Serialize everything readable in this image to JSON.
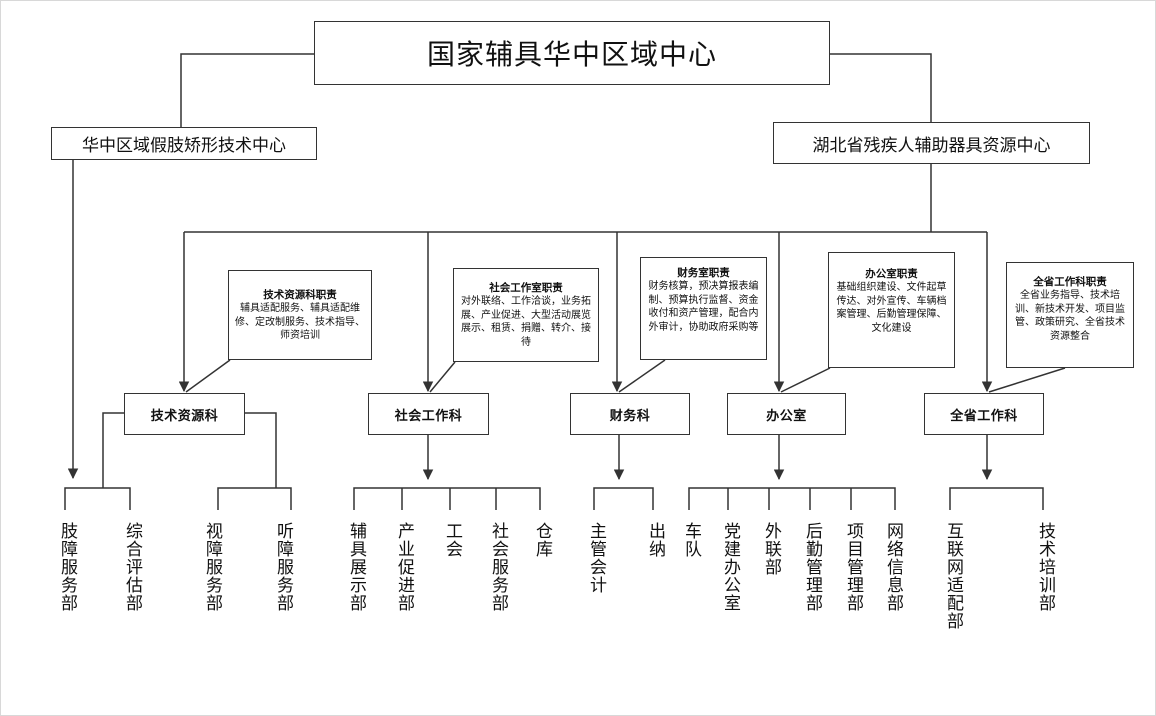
{
  "top": {
    "center_title": "国家辅具华中区域中心",
    "left_center": "华中区域假肢矫形技术中心",
    "right_center": "湖北省残疾人辅助器具资源中心"
  },
  "departments": [
    {
      "name": "技术资源科",
      "duty_title": "技术资源科职责",
      "duty_text": "辅具适配服务、辅具适配维修、定改制服务、技术指导、师资培训",
      "units": [
        "视障服务部",
        "听障服务部"
      ]
    },
    {
      "name": "社会工作科",
      "duty_title": "社会工作室职责",
      "duty_text": "对外联络、工作洽谈，业务拓展、产业促进、大型活动展览展示、租赁、捐赠、转介、接待",
      "units": [
        "辅具展示部",
        "产业促进部",
        "工会",
        "社会服务部",
        "仓库"
      ]
    },
    {
      "name": "财务科",
      "duty_title": "财务室职责",
      "duty_text": "财务核算，预决算报表编制、预算执行监督、资金收付和资产管理，配合内外审计，协助政府采购等",
      "units": [
        "主管会计",
        "出纳"
      ]
    },
    {
      "name": "办公室",
      "duty_title": "办公室职责",
      "duty_text": "基础组织建设、文件起草传达、对外宣传、车辆档案管理、后勤管理保障、文化建设",
      "units": [
        "车队",
        "党建办公室",
        "外联部",
        "后勤管理部",
        "项目管理部",
        "网络信息部"
      ]
    },
    {
      "name": "全省工作科",
      "duty_title": "全省工作科职责",
      "duty_text": "全省业务指导、技术培训、新技术开发、项目监管、政策研究、全省技术资源整合",
      "units": [
        "互联网适配部",
        "技术培训部"
      ]
    }
  ],
  "left_units": [
    "肢障服务部",
    "综合评估部"
  ]
}
